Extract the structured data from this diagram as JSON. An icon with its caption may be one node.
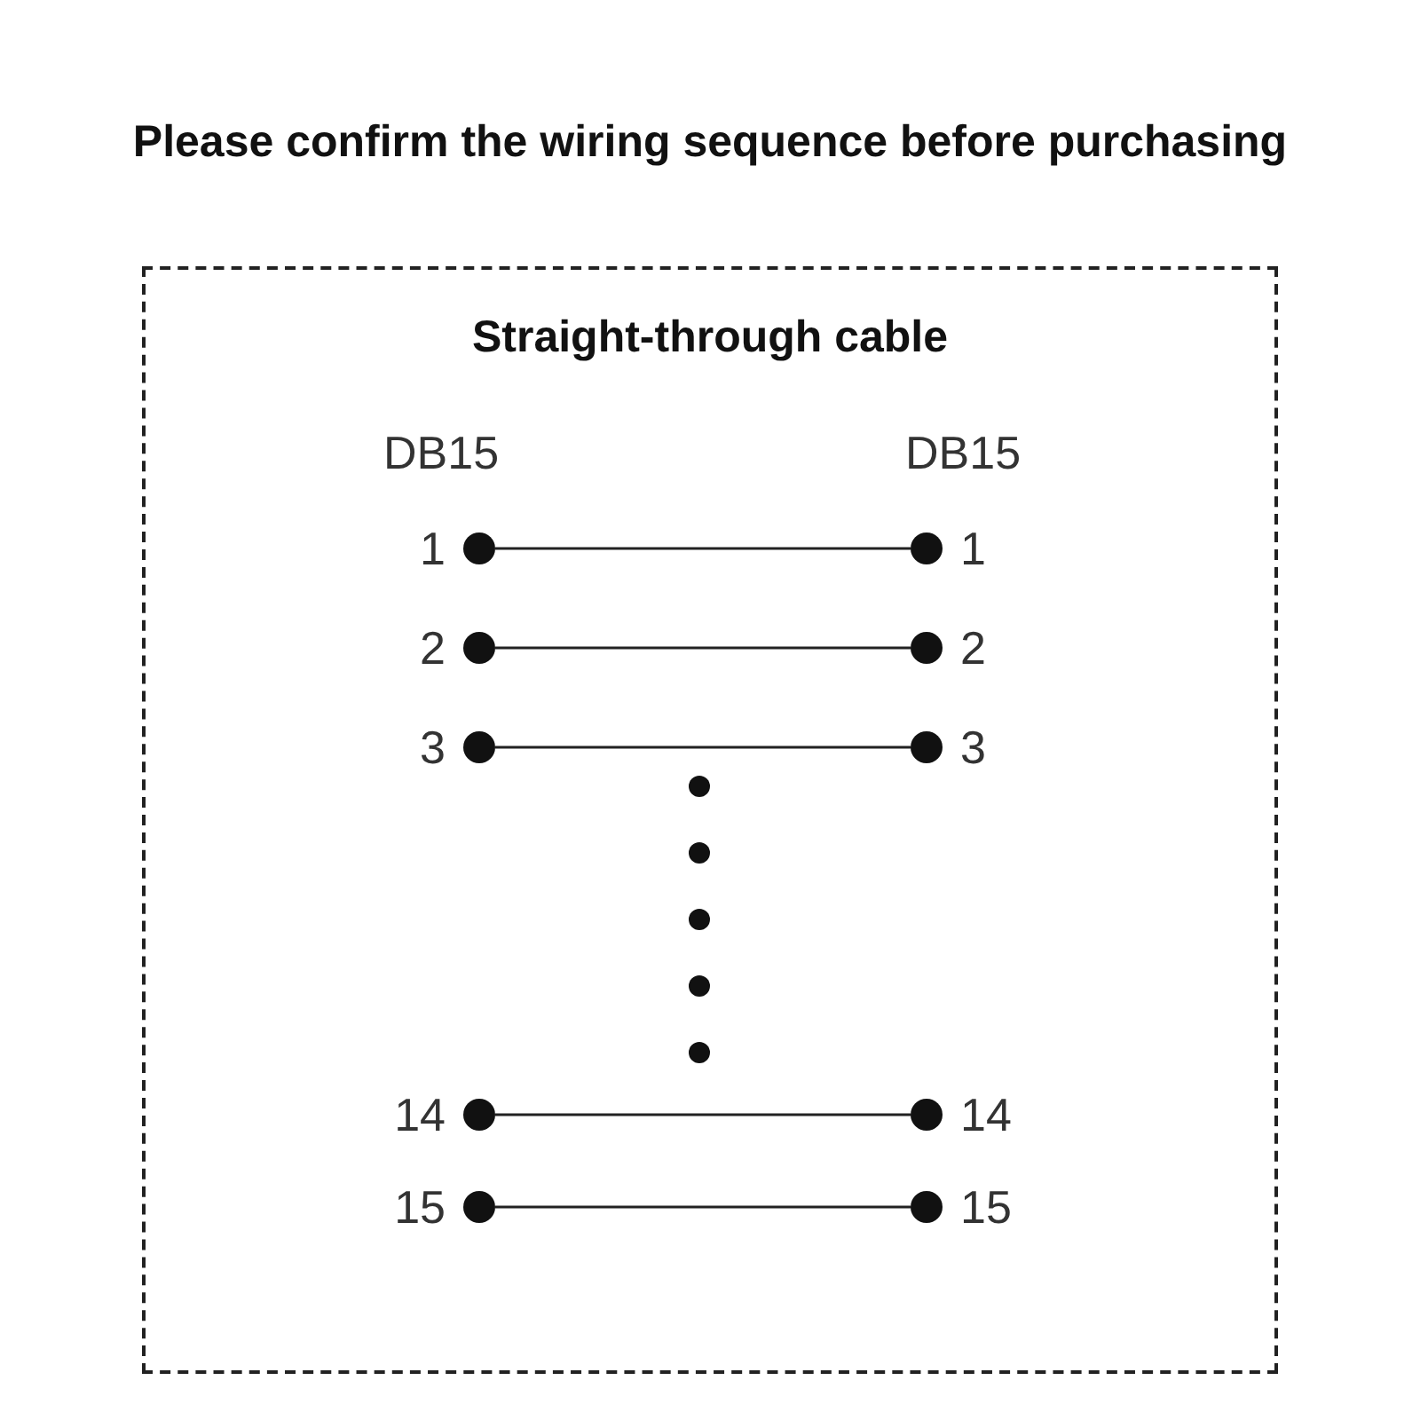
{
  "diagram": {
    "title": "Please confirm the wiring sequence before purchasing",
    "nodes": [
      {
        "text": [
          "Straight-through cable"
        ]
      },
      {
        "text": [
          "1"
        ],
        "in": 0
      },
      {
        "text": [
          "1"
        ],
        "in": 0
      },
      {
        "text": [
          "2"
        ],
        "in": 0
      },
      {
        "text": [
          "2"
        ],
        "in": 0
      },
      {
        "text": [
          "3"
        ],
        "in": 0
      },
      {
        "text": [
          "3"
        ],
        "in": 0
      },
      {
        "text": [
          "14"
        ],
        "in": 0
      },
      {
        "text": [
          "14"
        ],
        "in": 0
      },
      {
        "text": [
          "15"
        ],
        "in": 0
      },
      {
        "text": [
          "15"
        ],
        "in": 0
      }
    ],
    "edges": [
      {
        "from": 1,
        "to": 2,
        "arrow": "none"
      },
      {
        "from": 3,
        "to": 4,
        "arrow": "none"
      },
      {
        "from": 5,
        "to": 6,
        "arrow": "none"
      },
      {
        "from": 7,
        "to": 8,
        "arrow": "none"
      },
      {
        "from": 9,
        "to": 10,
        "arrow": "none"
      }
    ],
    "labels": [
      "DB15",
      "DB15"
    ]
  }
}
